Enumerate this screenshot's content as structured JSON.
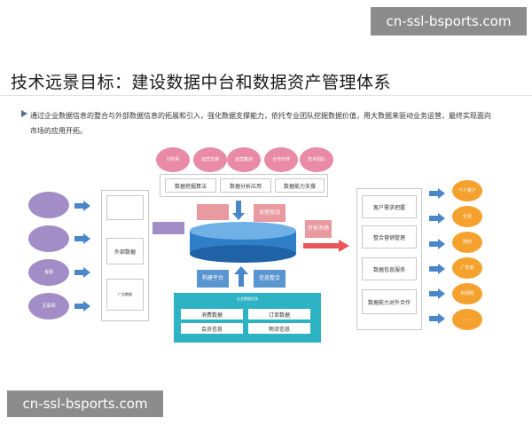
{
  "watermark_top": "cn-ssl-bsports.com",
  "watermark_bottom": "cn-ssl-bsports.com",
  "title": "技术远景目标：建设数据中台和数据资产管理体系",
  "description": "通过企业数据信息的整合与外部数据信息的拓展和引入，强化数据支撑能力，依托专业团队挖掘数据价值，用大数据来驱动业务运营，最终实现面向市场的应用开拓。",
  "top_circles": [
    "分析师",
    "运营支撑",
    "运营策划",
    "合作伙伴",
    "技术团队"
  ],
  "top_capabilities": [
    "数据挖掘算法",
    "数据分析应用",
    "数据能力支撑"
  ],
  "left_circles": [
    "",
    "",
    "金融",
    "互联网"
  ],
  "external_panel": {
    "label": "外部数据",
    "sub_label": "广告数据"
  },
  "top_pink_box": "运营驱动",
  "right_pink_box": "开拓市场",
  "bottom_blue_boxes": [
    "构建平台",
    "信息整合"
  ],
  "internal_panel": {
    "title": "企业数据信息",
    "items": [
      "消费数据",
      "订单数据",
      "会员信息",
      "物流信息"
    ]
  },
  "right_panel_items": [
    "客户需求把握",
    "整合营销管理",
    "数据信息服务",
    "数据能力对外合作"
  ],
  "right_circles": [
    "个人客户",
    "企业",
    "政府",
    "广告商",
    "科研院",
    "……"
  ],
  "colors": {
    "pink": "#e98aa6",
    "purple": "#a28dc6",
    "orange": "#f5a12d",
    "arrow_blue": "#4a86c8",
    "teal": "#2eb3c4",
    "cylinder_blue": "#2f7fc8"
  }
}
